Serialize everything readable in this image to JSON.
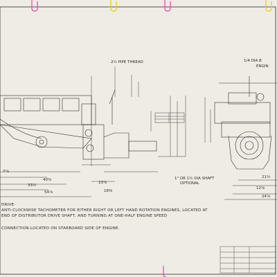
{
  "labels": {
    "pipe_thread": "2½ PIPE THREAD",
    "dia_top_right": "1/4 DIA B",
    "engine": "ENGIN",
    "shaft_note_1": "1\" OR 1½ DIA SHAFT",
    "shaft_note_2": "OPTIONAL",
    "drive": "DRIVE-",
    "tacho_note_1": "ANTI-CLOCKWISE TACHOMETER FOR EITHER RIGHT OR LEFT HAND ROTATION ENGINES, LOCATED AT",
    "tacho_note_2": "END OF DISTRIBUTOR DRIVE SHAFT, AND TURNING AT ONE-HALF ENGINE SPEED",
    "connection_note": "CONNECTION-LOCATED ON STARBOARD SIDE OF ENGINE."
  },
  "dimensions": {
    "d1": "40⅝",
    "d2": "33½",
    "d3": "54⅞",
    "d4": "13⅞",
    "d5": "18⅜",
    "d6": "12⅛",
    "d7": "24⅞",
    "d8": "21½",
    "d9": "7⅞"
  },
  "colors": {
    "paper": "#efece5",
    "ink": "#2a2a2a",
    "clip_pink": "#e858b0",
    "clip_yellow": "#e8d020"
  }
}
